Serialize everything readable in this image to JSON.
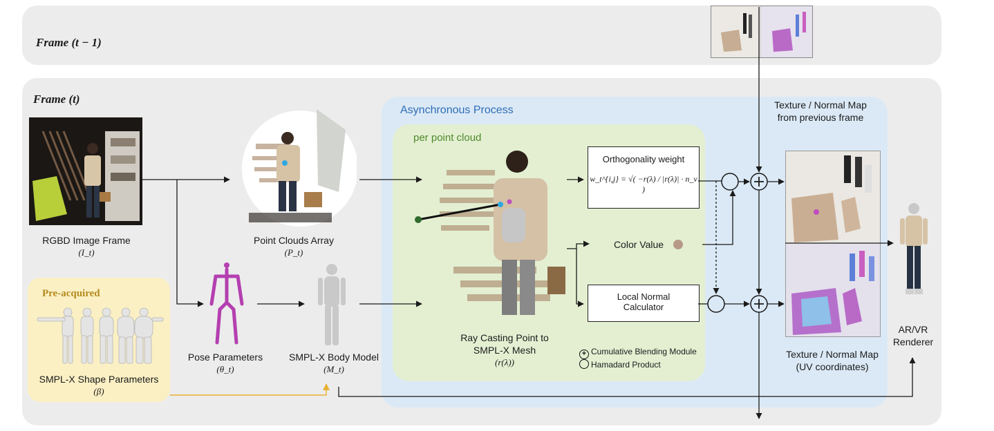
{
  "frame_prev": {
    "title": "Frame (t − 1)"
  },
  "frame_curr": {
    "title": "Frame (t)"
  },
  "async": {
    "title": "Asynchronous Process",
    "per_point_cloud": "per point cloud"
  },
  "preacquired": {
    "title": "Pre-acquired",
    "label": "SMPL-X Shape Parameters",
    "symbol": "(β)"
  },
  "nodes": {
    "rgbd": {
      "label": "RGBD Image Frame",
      "symbol": "(I_t)"
    },
    "point_clouds": {
      "label": "Point Clouds Array",
      "symbol": "(P_t)"
    },
    "pose": {
      "label": "Pose Parameters",
      "symbol": "(θ_t)"
    },
    "smplx_body": {
      "label": "SMPL-X Body Model",
      "symbol": "(M_t)"
    },
    "ray_casting": {
      "line1": "Ray Casting Point to",
      "line2": "SMPL-X Mesh",
      "symbol": "(r(λ))"
    },
    "ortho": {
      "title": "Orthogonality weight",
      "formula": "w_t^{i,j} = √( −r(λ) / |r(λ)| · n_v )"
    },
    "color_value": {
      "label": "Color Value"
    },
    "local_normal": {
      "line1": "Local Normal",
      "line2": "Calculator"
    },
    "texture_prev": {
      "line1": "Texture / Normal Map",
      "line2": "from previous frame"
    },
    "texture_uv": {
      "line1": "Texture / Normal Map",
      "line2": "(UV coordinates)"
    },
    "renderer": {
      "line1": "AR/VR",
      "line2": "Renderer"
    }
  },
  "legend": {
    "blending": "Cumulative Blending Module",
    "hadamard": "Hamadard Product"
  },
  "colors": {
    "frame_panel": "#ececec",
    "async_panel": "#dbe9f6",
    "per_point_panel": "#e4efd2",
    "preacquired_panel": "#fbf0c4",
    "async_title": "#2e6db5",
    "per_point_title": "#4d8a2a",
    "preacquired_title": "#b58a1e",
    "pose_skeleton": "#b43fb0"
  }
}
